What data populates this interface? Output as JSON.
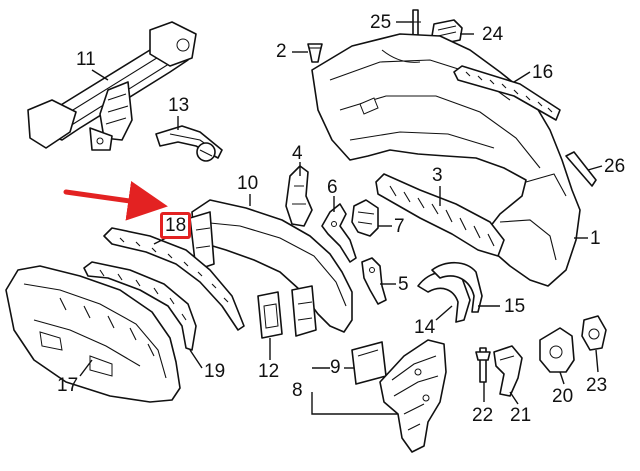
{
  "diagram": {
    "highlight_color": "#e32222",
    "callouts": [
      {
        "id": "c1",
        "text": "1"
      },
      {
        "id": "c2",
        "text": "2"
      },
      {
        "id": "c3",
        "text": "3"
      },
      {
        "id": "c4",
        "text": "4"
      },
      {
        "id": "c5",
        "text": "5"
      },
      {
        "id": "c6",
        "text": "6"
      },
      {
        "id": "c7",
        "text": "7"
      },
      {
        "id": "c8",
        "text": "8"
      },
      {
        "id": "c9",
        "text": "9"
      },
      {
        "id": "c10",
        "text": "10"
      },
      {
        "id": "c11",
        "text": "11"
      },
      {
        "id": "c12",
        "text": "12"
      },
      {
        "id": "c13",
        "text": "13"
      },
      {
        "id": "c14",
        "text": "14"
      },
      {
        "id": "c15",
        "text": "15"
      },
      {
        "id": "c16",
        "text": "16"
      },
      {
        "id": "c17",
        "text": "17"
      },
      {
        "id": "c18",
        "text": "18",
        "highlighted": true
      },
      {
        "id": "c19",
        "text": "19"
      },
      {
        "id": "c20",
        "text": "20"
      },
      {
        "id": "c21",
        "text": "21"
      },
      {
        "id": "c22",
        "text": "22"
      },
      {
        "id": "c23",
        "text": "23"
      },
      {
        "id": "c24",
        "text": "24"
      },
      {
        "id": "c25",
        "text": "25"
      },
      {
        "id": "c26",
        "text": "26"
      }
    ]
  }
}
